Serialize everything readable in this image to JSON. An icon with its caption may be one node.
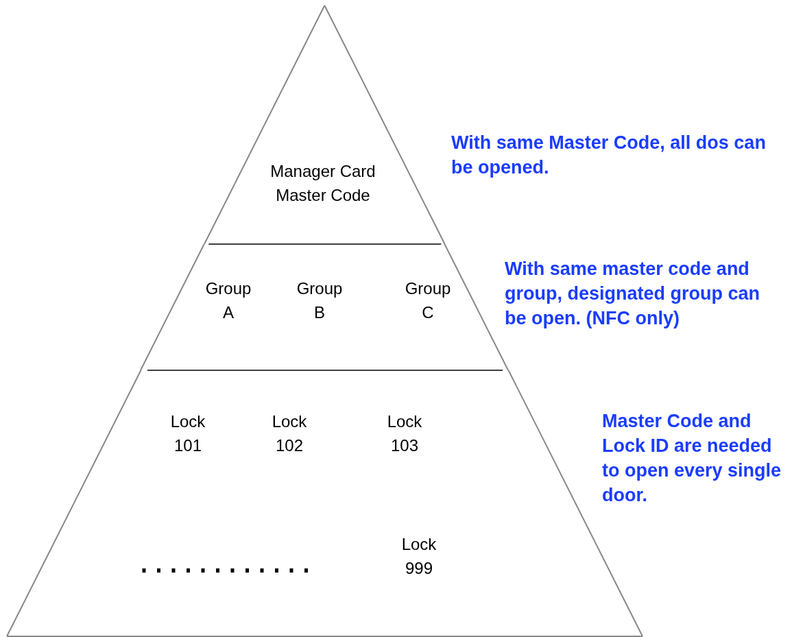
{
  "diagram": {
    "nodes": [
      {
        "text": [
          "Manager Card Master Code"
        ],
        "beside": [
          "With same Master Code, all dos can be opened."
        ]
      },
      {
        "text": [
          "Group A",
          "Group B",
          "Group C"
        ],
        "beside": [
          "With same master code and group, designated group can be open. (NFC only)"
        ]
      },
      {
        "text": [
          "Lock 101",
          "Lock 102",
          "Lock 103",
          "Lock 999"
        ],
        "beside": [
          "Master Code and Lock ID are needed to open every single door."
        ]
      }
    ],
    "edges": []
  }
}
